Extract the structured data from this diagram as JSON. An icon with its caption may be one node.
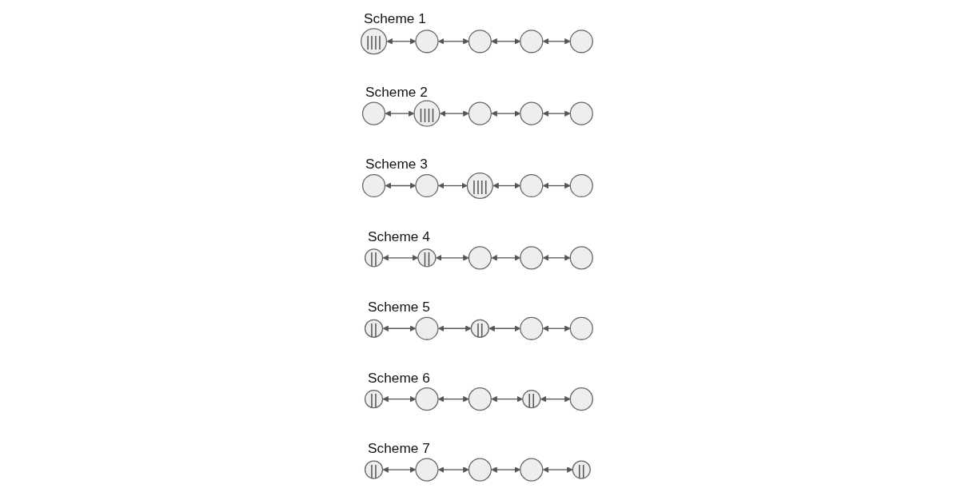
{
  "diagram": {
    "nodes": [
      {
        "text": [
          "||||"
        ],
        "beside": [
          "Scheme 1"
        ]
      },
      {
        "text": [],
        "shape": "circle"
      },
      {
        "text": [],
        "shape": "circle"
      },
      {
        "text": [],
        "shape": "circle"
      },
      {
        "text": [],
        "shape": "circle"
      },
      {
        "text": [],
        "shape": "circle",
        "beside": [
          "Scheme 2"
        ]
      },
      {
        "text": [
          "||||"
        ]
      },
      {
        "text": [],
        "shape": "circle"
      },
      {
        "text": [],
        "shape": "circle"
      },
      {
        "text": [],
        "shape": "circle"
      },
      {
        "text": [],
        "shape": "circle",
        "beside": [
          "Scheme 3"
        ]
      },
      {
        "text": [],
        "shape": "circle"
      },
      {
        "text": [
          "||||"
        ]
      },
      {
        "text": [],
        "shape": "circle"
      },
      {
        "text": [],
        "shape": "circle"
      },
      {
        "text": [
          "||"
        ],
        "beside": [
          "Scheme 4"
        ]
      },
      {
        "text": [
          "||"
        ]
      },
      {
        "text": [],
        "shape": "circle"
      },
      {
        "text": [],
        "shape": "circle"
      },
      {
        "text": [],
        "shape": "circle"
      },
      {
        "text": [
          "||"
        ],
        "beside": [
          "Scheme 5"
        ]
      },
      {
        "text": [],
        "shape": "circle"
      },
      {
        "text": [
          "||"
        ]
      },
      {
        "text": [],
        "shape": "circle"
      },
      {
        "text": [],
        "shape": "circle"
      },
      {
        "text": [
          "||"
        ],
        "beside": [
          "Scheme 6"
        ]
      },
      {
        "text": [],
        "shape": "circle"
      },
      {
        "text": [],
        "shape": "circle"
      },
      {
        "text": [
          "||"
        ]
      },
      {
        "text": [],
        "shape": "circle"
      },
      {
        "text": [
          "||"
        ],
        "beside": [
          "Scheme 7"
        ]
      },
      {
        "text": [],
        "shape": "circle"
      },
      {
        "text": [],
        "shape": "circle"
      },
      {
        "text": [],
        "shape": "circle"
      },
      {
        "text": [
          "||"
        ]
      }
    ],
    "edges": [
      {
        "from": 0,
        "to": 1,
        "arrow": "both"
      },
      {
        "from": 1,
        "to": 2,
        "arrow": "both"
      },
      {
        "from": 2,
        "to": 3,
        "arrow": "both"
      },
      {
        "from": 3,
        "to": 4,
        "arrow": "both"
      },
      {
        "from": 5,
        "to": 6,
        "arrow": "both"
      },
      {
        "from": 6,
        "to": 7,
        "arrow": "both"
      },
      {
        "from": 7,
        "to": 8,
        "arrow": "both"
      },
      {
        "from": 8,
        "to": 9,
        "arrow": "both"
      },
      {
        "from": 10,
        "to": 11,
        "arrow": "both"
      },
      {
        "from": 11,
        "to": 12,
        "arrow": "both"
      },
      {
        "from": 12,
        "to": 13,
        "arrow": "both"
      },
      {
        "from": 13,
        "to": 14,
        "arrow": "both"
      },
      {
        "from": 15,
        "to": 16,
        "arrow": "both"
      },
      {
        "from": 16,
        "to": 17,
        "arrow": "both"
      },
      {
        "from": 17,
        "to": 18,
        "arrow": "both"
      },
      {
        "from": 18,
        "to": 19,
        "arrow": "both"
      },
      {
        "from": 20,
        "to": 21,
        "arrow": "both"
      },
      {
        "from": 21,
        "to": 22,
        "arrow": "both"
      },
      {
        "from": 22,
        "to": 23,
        "arrow": "both"
      },
      {
        "from": 23,
        "to": 24,
        "arrow": "both"
      },
      {
        "from": 25,
        "to": 26,
        "arrow": "both"
      },
      {
        "from": 26,
        "to": 27,
        "arrow": "both"
      },
      {
        "from": 27,
        "to": 28,
        "arrow": "both"
      },
      {
        "from": 28,
        "to": 29,
        "arrow": "both"
      },
      {
        "from": 30,
        "to": 31,
        "arrow": "both"
      },
      {
        "from": 31,
        "to": 32,
        "arrow": "both"
      },
      {
        "from": 32,
        "to": 33,
        "arrow": "both"
      },
      {
        "from": 33,
        "to": 34,
        "arrow": "both"
      }
    ]
  }
}
